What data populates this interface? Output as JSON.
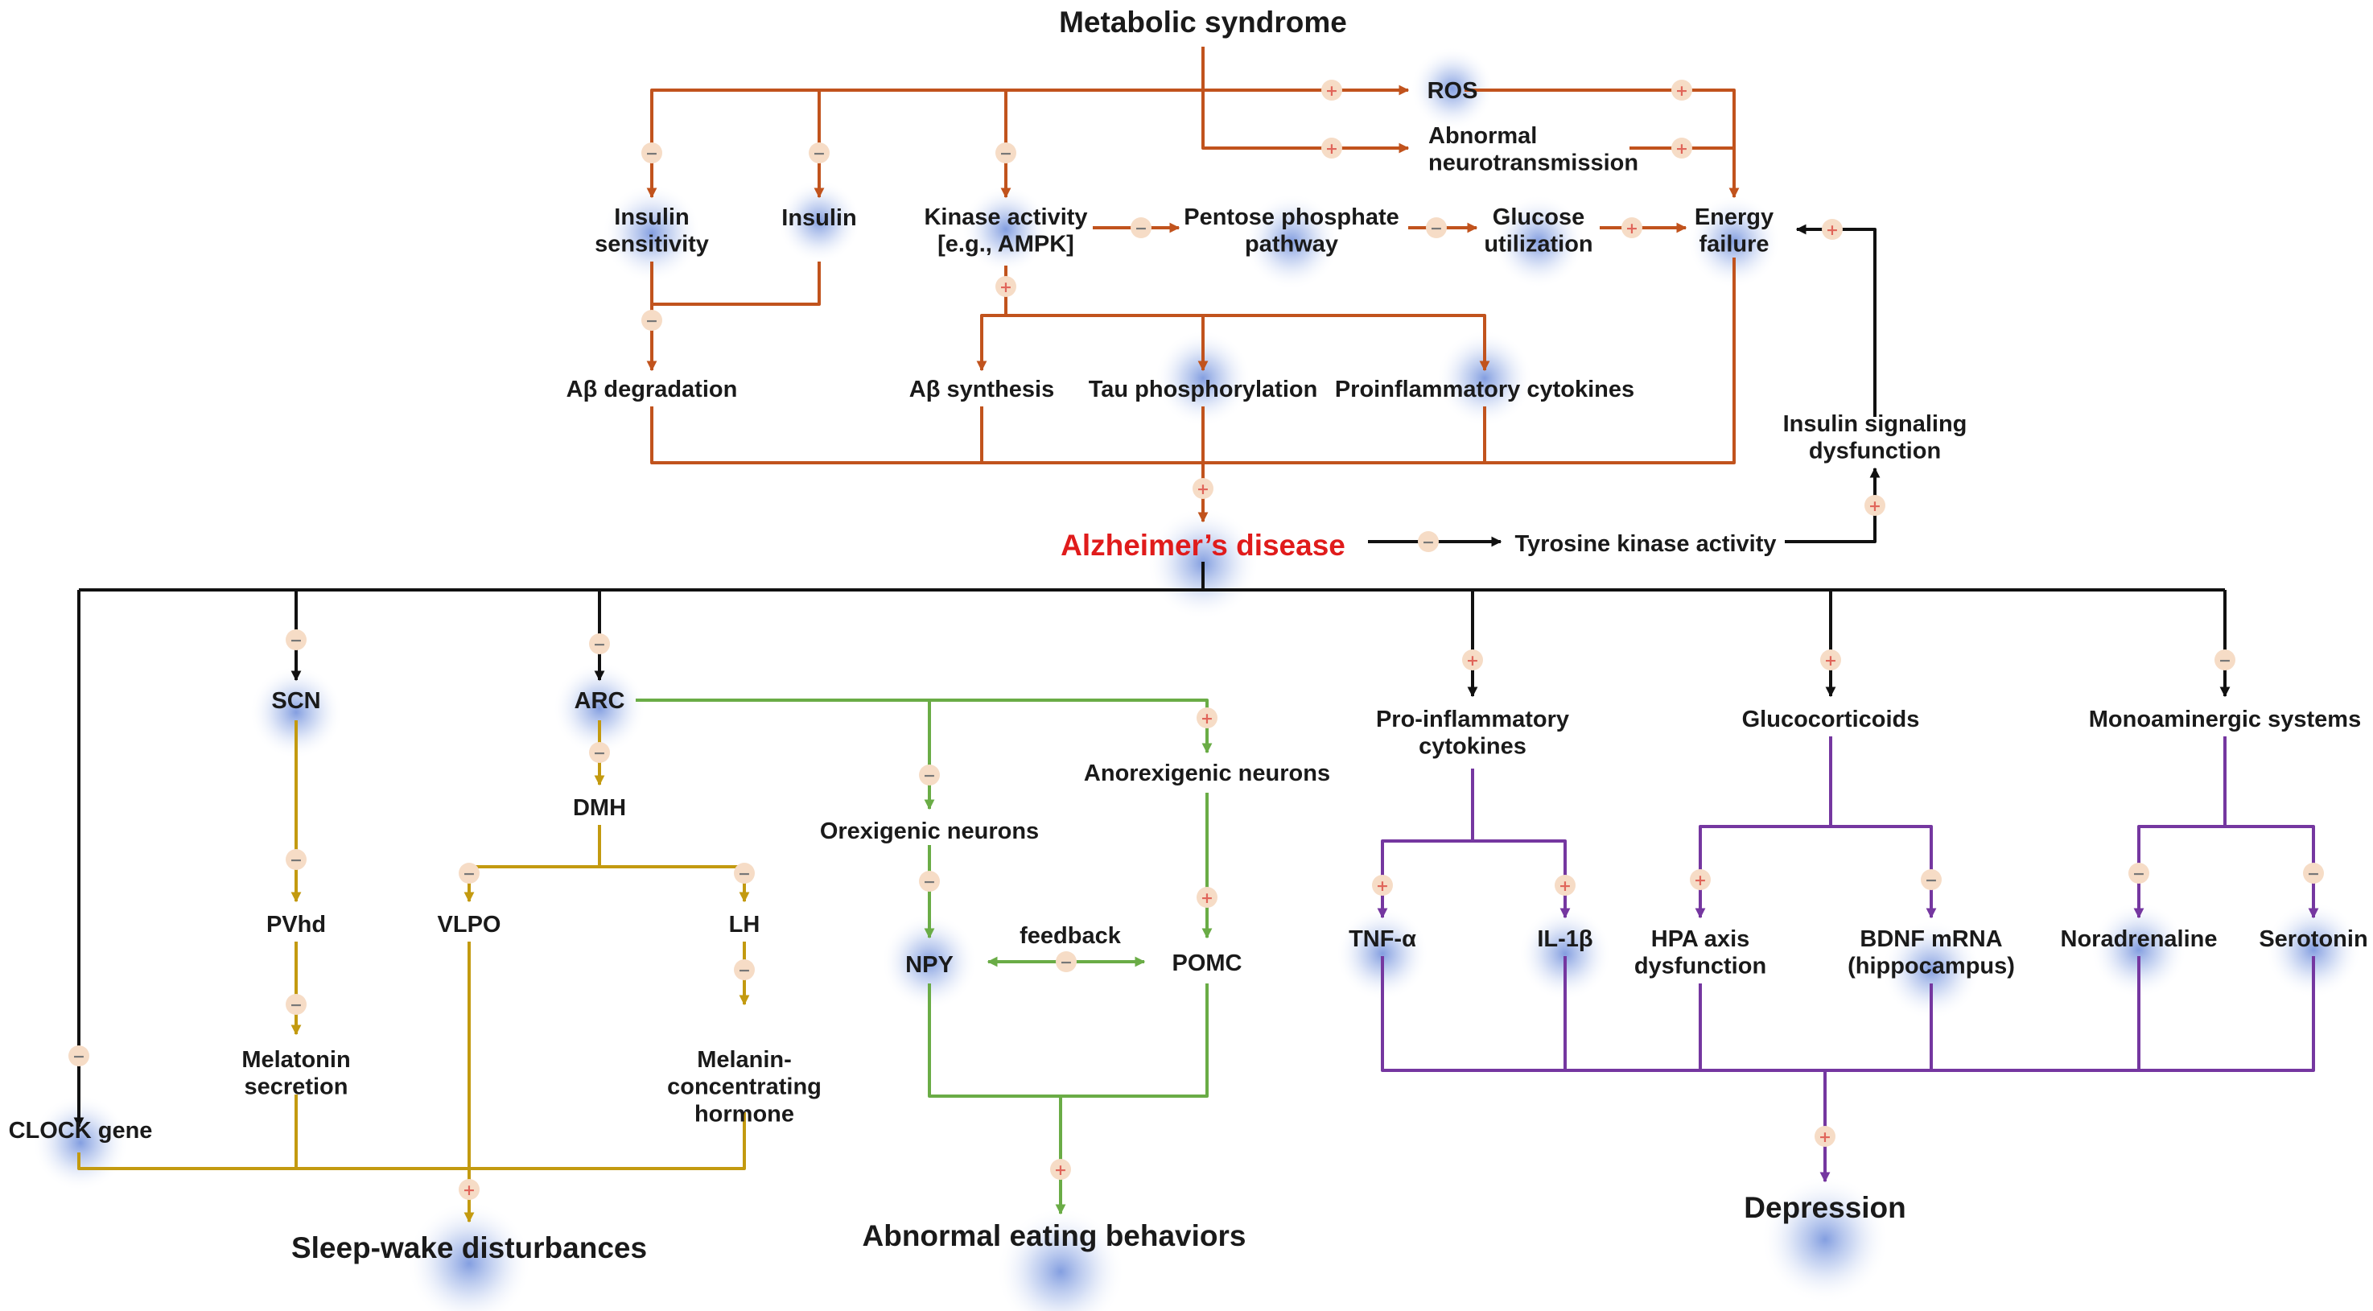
{
  "nodes": {
    "metabolic_syndrome": "Metabolic syndrome",
    "ros": "ROS",
    "abnormal_neurotransmission": [
      "Abnormal",
      "neurotransmission"
    ],
    "insulin_sensitivity": [
      "Insulin",
      "sensitivity"
    ],
    "insulin": "Insulin",
    "kinase_activity": [
      "Kinase activity",
      "[e.g., AMPK]"
    ],
    "pentose_phosphate": [
      "Pentose phosphate",
      "pathway"
    ],
    "glucose_utilization": [
      "Glucose",
      "utilization"
    ],
    "energy_failure": [
      "Energy",
      "failure"
    ],
    "ab_degradation": "Aβ degradation",
    "ab_synthesis": "Aβ synthesis",
    "tau_phosphorylation": "Tau phosphorylation",
    "proinflammatory_cytokines": "Proinflammatory cytokines",
    "insulin_signaling_dysfunction": [
      "Insulin signaling",
      "dysfunction"
    ],
    "alzheimers_disease": "Alzheimer’s disease",
    "tyrosine_kinase": "Tyrosine kinase activity",
    "scn": "SCN",
    "arc": "ARC",
    "dmh": "DMH",
    "pvhd": "PVhd",
    "vlpo": "VLPO",
    "lh": "LH",
    "melatonin_secretion": [
      "Melatonin",
      "secretion"
    ],
    "mch": [
      "Melanin-",
      "concentrating",
      "hormone"
    ],
    "clock_gene": "CLOCK gene",
    "sleep_wake": "Sleep-wake disturbances",
    "orexigenic": "Orexigenic neurons",
    "anorexigenic": "Anorexigenic neurons",
    "npy": "NPY",
    "pomc": "POMC",
    "feedback": "feedback",
    "abnormal_eating": "Abnormal eating behaviors",
    "pro_inflammatory_cytokines": [
      "Pro-inflammatory",
      "cytokines"
    ],
    "glucocorticoids": "Glucocorticoids",
    "monoaminergic": "Monoaminergic systems",
    "tnf": "TNF-α",
    "il1b": "IL-1β",
    "hpa": [
      "HPA axis",
      "dysfunction"
    ],
    "bdnf": [
      "BDNF mRNA",
      "(hippocampus)"
    ],
    "noradrenaline": "Noradrenaline",
    "serotonin": "Serotonin",
    "depression": "Depression"
  },
  "signs": {
    "plus": "+",
    "minus": "−"
  },
  "colors": {
    "metabolic": "#c1531d",
    "black": "#111111",
    "sleep": "#c39a10",
    "eating": "#6aac46",
    "depression": "#7537a0",
    "alzheimer": "#e01b1b",
    "glow": "#5a7ed6",
    "sign_bg": "#f6dcc6",
    "plus": "#e0655a",
    "minus": "#777777"
  }
}
